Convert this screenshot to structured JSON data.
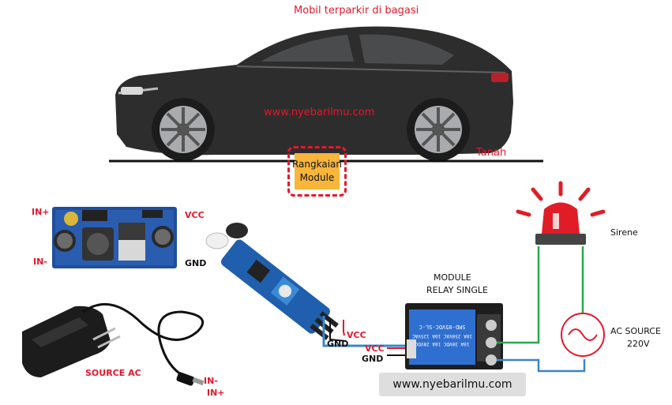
{
  "title": "Mobil terparkir di bagasi",
  "watermark_car": "www.nyebarilmu.com",
  "ground_label": "Tanah",
  "module_box": {
    "line1": "Rangkaian",
    "line2": "Module"
  },
  "buck": {
    "in_plus": "IN+",
    "in_minus": "IN-",
    "vcc": "VCC",
    "gnd": "GND"
  },
  "adapter": {
    "label": "SOURCE AC",
    "in_minus": "IN-",
    "in_plus": "IN+"
  },
  "sensor": {
    "vcc": "VCC",
    "gnd": "GND"
  },
  "relay": {
    "title_line1": "MODULE",
    "title_line2": "RELAY SINGLE",
    "vcc": "VCC",
    "gnd": "GND",
    "part_text_1": "SRD-05VDC-SL-C",
    "part_text_2": "10A 250VAC 10A 125VAC",
    "part_text_3": "10A 30VDC 10A 28VDC"
  },
  "siren": {
    "label": "Sirene"
  },
  "ac_source": {
    "line1": "AC SOURCE",
    "line2": "220V"
  },
  "web_badge": "www.nyebarilmu.com",
  "colors": {
    "accent_red": "#e5172b",
    "wire_green": "#2aa84a",
    "wire_blue": "#3a86c8",
    "pcb_blue": "#1f4f9c",
    "module_orange": "#f7b53a"
  }
}
